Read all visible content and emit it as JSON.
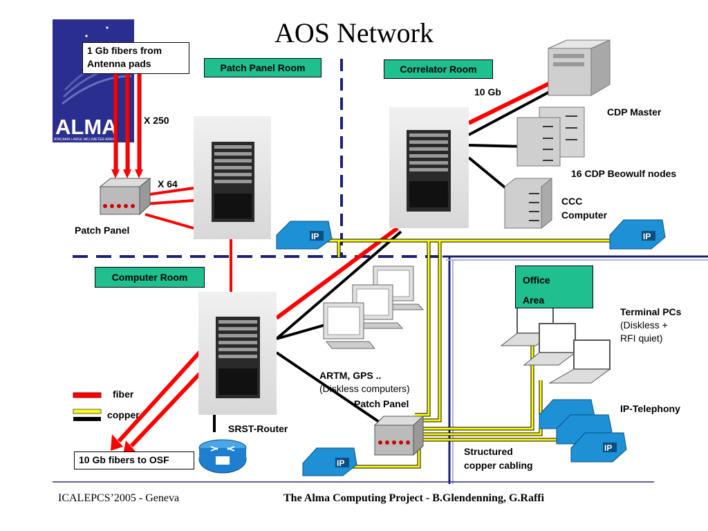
{
  "title": "AOS Network",
  "logo": {
    "text": "ALMA",
    "subtitle": "ATACAMA LARGE MILLIMETER ARRAY"
  },
  "rooms": {
    "patch_panel_room": "Patch Panel Room",
    "correlator_room": "Correlator Room",
    "computer_room": "Computer Room",
    "office_area_line1": "Office",
    "office_area_line2": "Area"
  },
  "labels": {
    "fibers_from_antenna_line1": "1 Gb fibers from",
    "fibers_from_antenna_line2": "Antenna pads",
    "x250": "X 250",
    "x64": "X 64",
    "patch_panel_left": "Patch Panel",
    "ten_gb": "10 Gb",
    "cdp_master": "CDP Master",
    "cdp_beowulf": "16 CDP Beowulf nodes",
    "ccc_line1": "CCC",
    "ccc_line2": "Computer",
    "artm_line1": "ARTM, GPS ..",
    "artm_line2": "(Diskless computers)",
    "patch_panel_bottom": "Patch Panel",
    "terminal_line1": "Terminal PCs",
    "terminal_line2": "(Diskless +",
    "terminal_line3": "RFI quiet)",
    "ip_telephony": "IP-Telephony",
    "srst_router": "SRST-Router",
    "structured_line1": "Structured",
    "structured_line2": "copper cabling",
    "osf": "10 Gb fibers to OSF",
    "ip": "IP"
  },
  "legend": {
    "fiber": "fiber",
    "copper": "copper"
  },
  "footer": {
    "left": "ICALEPCS’2005 - Geneva",
    "right": "The Alma Computing Project - B.Glendenning, G.Raffi"
  },
  "colors": {
    "fiber": "#ff0000",
    "copper": "#ffff00",
    "room": "#1fbf8f",
    "phone": "#1e90d6",
    "logo_bg": "#2a2f8f"
  }
}
